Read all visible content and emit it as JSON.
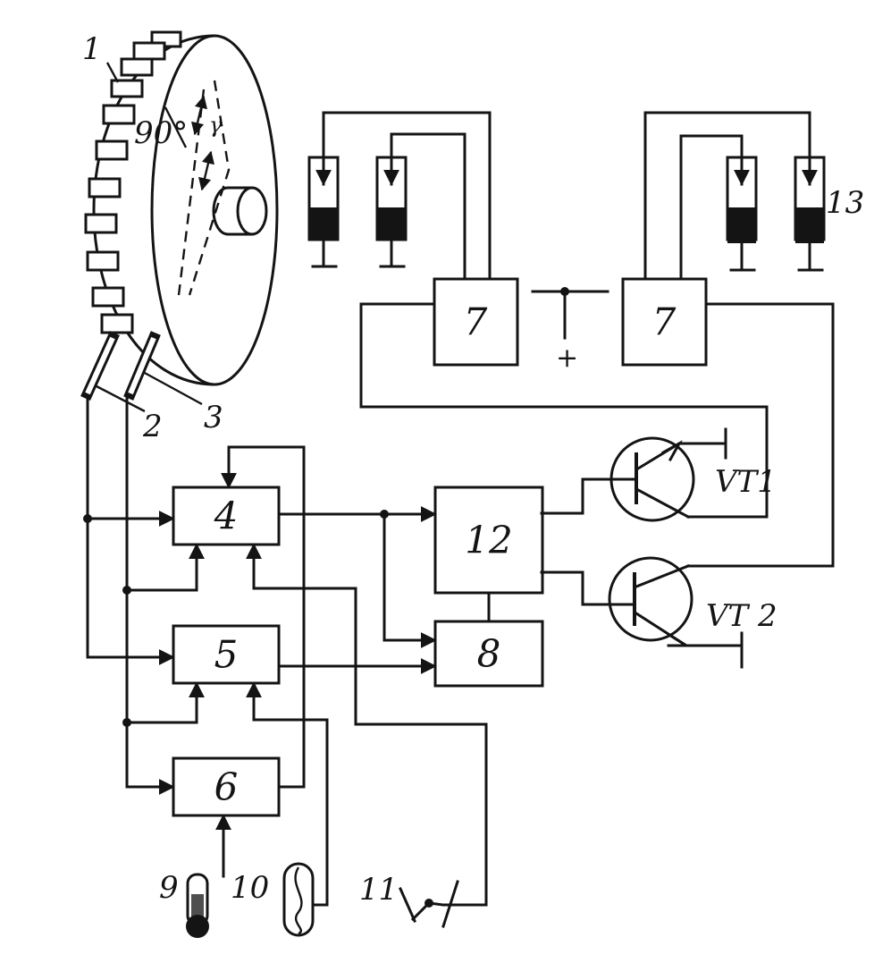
{
  "blocks": {
    "b4": "4",
    "b5": "5",
    "b6": "6",
    "b7_left": "7",
    "b7_right": "7",
    "b8": "8",
    "b12": "12"
  },
  "callouts": {
    "disc": "1",
    "sensor_2": "2",
    "sensor_3": "3",
    "temperature_sensor": "9",
    "pressure_sensor": "10",
    "switch": "11",
    "injector": "13",
    "angle": "90°",
    "gamma": "γ"
  },
  "transistors": {
    "vt1": "VT1",
    "vt2": "VT 2"
  },
  "power": {
    "plus": "+"
  }
}
